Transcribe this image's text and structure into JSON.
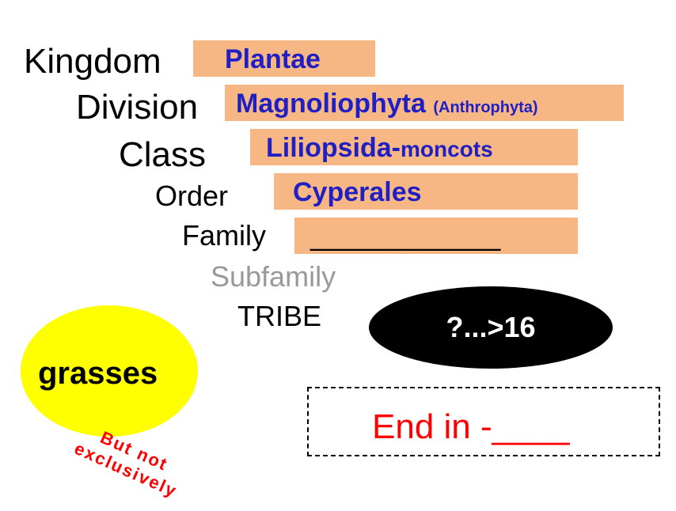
{
  "ranks": {
    "kingdom": "Kingdom",
    "division": "Division",
    "class": "Class",
    "order": "Order",
    "family": "Family",
    "subfamily": "Subfamily",
    "tribe": "TRIBE"
  },
  "values": {
    "kingdom": "Plantae",
    "division": "Magnoliophyta",
    "division_note": "(Anthrophyta)",
    "class": "Liliopsida-",
    "class_note": "moncots",
    "order": "Cyperales",
    "family": "____________"
  },
  "tribe_count": "?...>16",
  "grasses": {
    "label": "grasses",
    "note": "But not exclusively"
  },
  "ending": "End in -____",
  "colors": {
    "box_fill": "#f7b784",
    "value_text": "#1f1fc4",
    "subfamily_text": "#999999",
    "highlight": "#ffff00",
    "alert": "#ff0000"
  }
}
